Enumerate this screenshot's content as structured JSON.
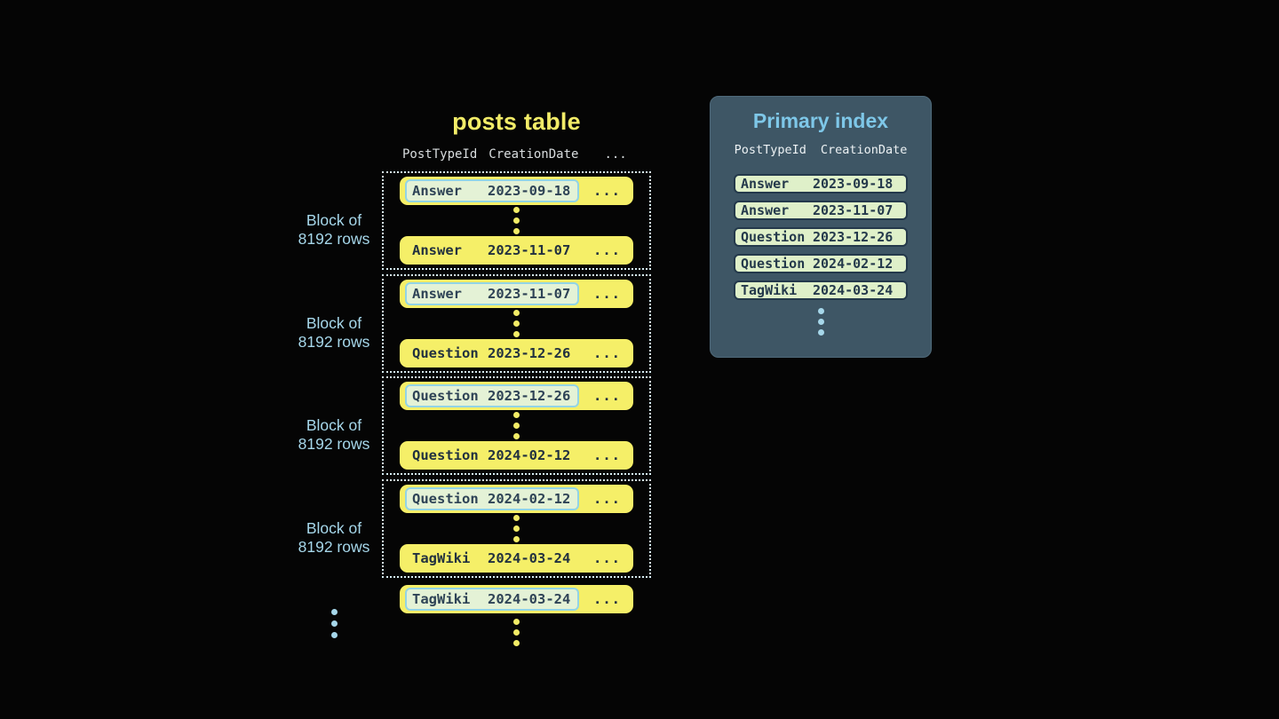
{
  "colors": {
    "background": "#050505",
    "table_title": "#f2ec68",
    "row_yellow": "#f5ef68",
    "row_text": "#22313f",
    "key_highlight_bg": "#e4f2d6",
    "key_highlight_border": "#92d4e6",
    "key_highlight_text": "#2e4356",
    "block_border": "#d6edf4",
    "block_label": "#a6d7ea",
    "column_header_text": "#d9dddf",
    "panel_bg": "#3e5665",
    "panel_border": "#4f6a7a",
    "panel_title": "#7ec7e8",
    "panel_header_text": "#edf2f4",
    "index_row_bg": "#dff0c9",
    "index_row_border": "#24394b",
    "index_row_text": "#24394b",
    "blue_dot": "#a6d7ea",
    "yellow_dot": "#f2ec66"
  },
  "posts_table": {
    "title": "posts table",
    "columns": [
      "PostTypeId",
      "CreationDate"
    ],
    "more_columns_ellipsis": "...",
    "row_ellipsis": "...",
    "block_label_line1": "Block of",
    "block_label_line2": "8192 rows",
    "blocks": [
      {
        "first_row": {
          "post_type": "Answer",
          "creation_date": "2023-09-18",
          "highlighted": true
        },
        "last_row": {
          "post_type": "Answer",
          "creation_date": "2023-11-07",
          "highlighted": false
        }
      },
      {
        "first_row": {
          "post_type": "Answer",
          "creation_date": "2023-11-07",
          "highlighted": true
        },
        "last_row": {
          "post_type": "Question",
          "creation_date": "2023-12-26",
          "highlighted": false
        }
      },
      {
        "first_row": {
          "post_type": "Question",
          "creation_date": "2023-12-26",
          "highlighted": true
        },
        "last_row": {
          "post_type": "Question",
          "creation_date": "2024-02-12",
          "highlighted": false
        }
      },
      {
        "first_row": {
          "post_type": "Question",
          "creation_date": "2024-02-12",
          "highlighted": true
        },
        "last_row": {
          "post_type": "TagWiki",
          "creation_date": "2024-03-24",
          "highlighted": false
        }
      }
    ],
    "next_block_first_row": {
      "post_type": "TagWiki",
      "creation_date": "2024-03-24",
      "highlighted": true
    }
  },
  "primary_index": {
    "title": "Primary index",
    "columns": [
      "PostTypeId",
      "CreationDate"
    ],
    "entries": [
      {
        "post_type": "Answer",
        "creation_date": "2023-09-18"
      },
      {
        "post_type": "Answer",
        "creation_date": "2023-11-07"
      },
      {
        "post_type": "Question",
        "creation_date": "2023-12-26"
      },
      {
        "post_type": "Question",
        "creation_date": "2024-02-12"
      },
      {
        "post_type": "TagWiki",
        "creation_date": "2024-03-24"
      }
    ]
  }
}
